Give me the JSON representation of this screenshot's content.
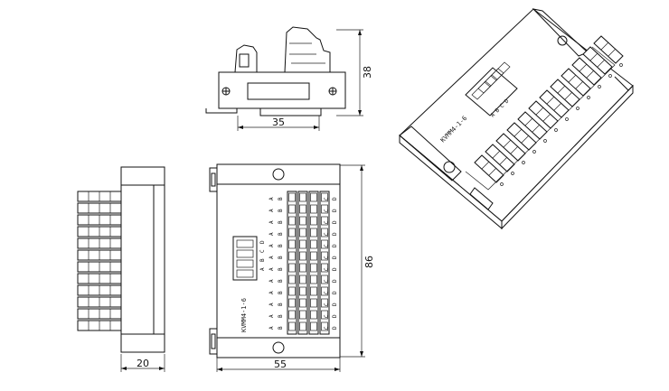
{
  "dimensions": {
    "top_width": "35",
    "top_height": "38",
    "side_width": "20",
    "front_width": "55",
    "front_height": "86"
  },
  "model_label": "KVMM4-1-6",
  "header_letters": [
    "A",
    "B",
    "C",
    "D"
  ],
  "column_letters": [
    "A",
    "B",
    "C",
    "D"
  ],
  "terminal_rows": 12
}
